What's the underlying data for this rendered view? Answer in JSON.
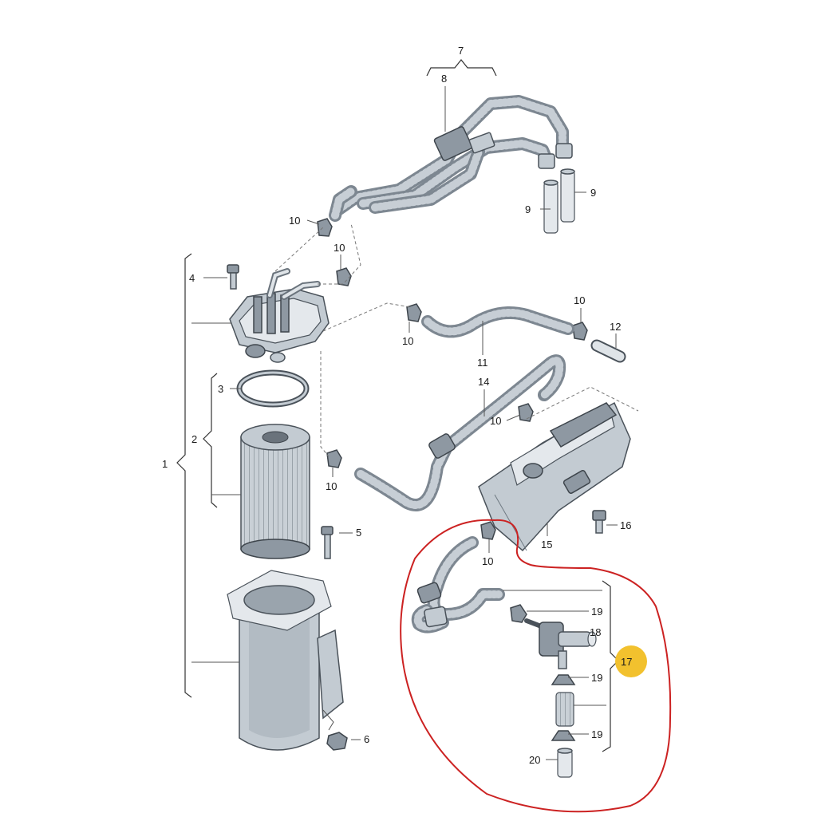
{
  "parts": {
    "p1": "1",
    "p2": "2",
    "p3": "3",
    "p4": "4",
    "p5": "5",
    "p6": "6",
    "p7": "7",
    "p8": "8",
    "p9": "9",
    "p10": "10",
    "p11": "11",
    "p12": "12",
    "p14": "14",
    "p15": "15",
    "p16": "16",
    "p17": "17",
    "p18": "18",
    "p19": "19",
    "p20": "20"
  },
  "colors": {
    "highlight_outline": "#cc2222",
    "badge": "#f2c12e",
    "line": "#333333",
    "metal": "#c3cbd2"
  }
}
